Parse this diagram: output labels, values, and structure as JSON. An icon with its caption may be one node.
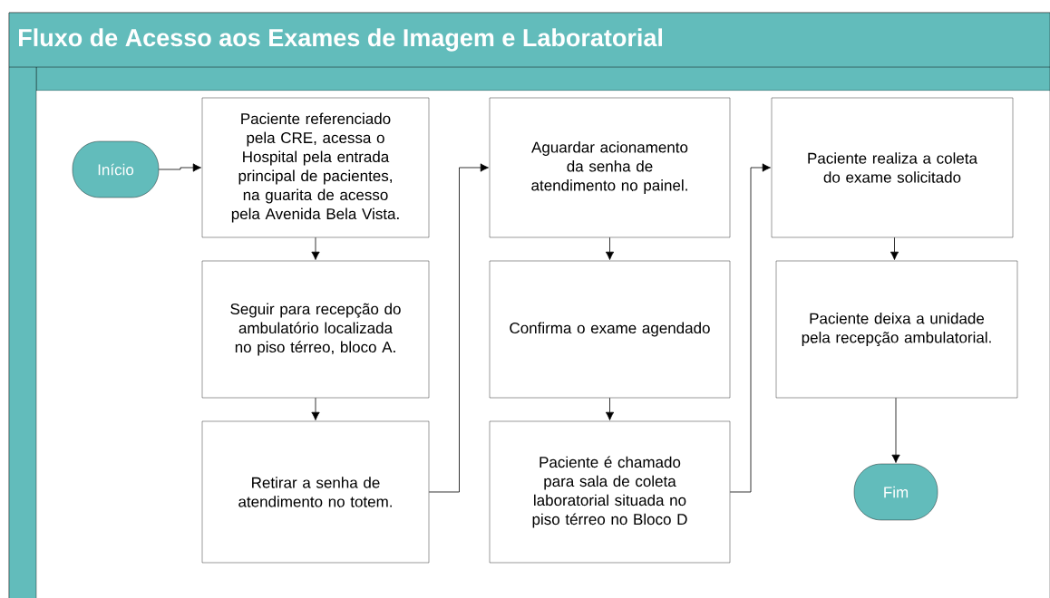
{
  "diagram": {
    "title": "Fluxo de Acesso aos Exames de Imagem e Laboratorial",
    "nodes": [
      {
        "text": [
          "Início"
        ]
      },
      {
        "text": [
          "Paciente referenciado pela CRE, acessa o Hospital pela entrada principal de pacientes, na guarita de acesso pela Avenida Bela Vista."
        ]
      },
      {
        "text": [
          "Seguir para recepção do ambulatório localizada no piso térreo, bloco A."
        ]
      },
      {
        "text": [
          "Retirar a senha de atendimento no totem."
        ]
      },
      {
        "text": [
          "Aguardar acionamento da senha de atendimento no painel."
        ]
      },
      {
        "text": [
          "Confirma o exame agendado"
        ]
      },
      {
        "text": [
          "Paciente é chamado para sala de coleta laboratorial situada no piso térreo no Bloco D"
        ]
      },
      {
        "text": [
          "Paciente realiza a coleta do exame solicitado"
        ]
      },
      {
        "text": [
          "Paciente deixa a unidade pela recepção ambulatorial."
        ]
      },
      {
        "text": [
          "Fim"
        ]
      }
    ],
    "edges": [
      {
        "from": 0,
        "to": 1,
        "arrow": "to"
      },
      {
        "from": 1,
        "to": 2,
        "arrow": "to"
      },
      {
        "from": 2,
        "to": 3,
        "arrow": "to"
      },
      {
        "from": 3,
        "to": 4,
        "arrow": "to"
      },
      {
        "from": 4,
        "to": 5,
        "arrow": "to"
      },
      {
        "from": 5,
        "to": 6,
        "arrow": "to"
      },
      {
        "from": 6,
        "to": 7,
        "arrow": "to"
      },
      {
        "from": 7,
        "to": 8,
        "arrow": "to"
      },
      {
        "from": 8,
        "to": 9,
        "arrow": "to"
      }
    ]
  }
}
